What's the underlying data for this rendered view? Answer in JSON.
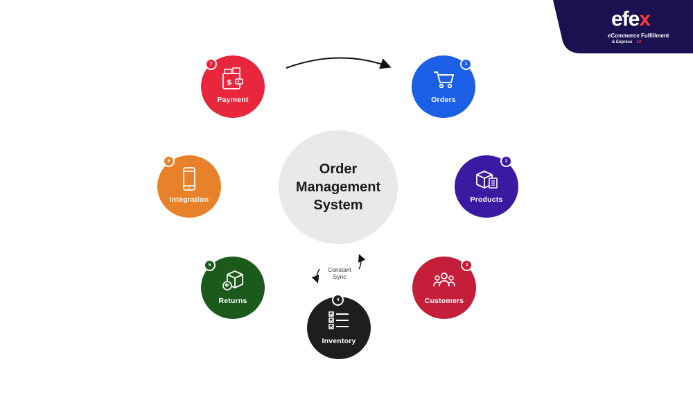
{
  "brand": {
    "logo_main": "efe",
    "logo_x": "x",
    "tagline": "eCommerce Fulfillment",
    "sub": "& Express",
    "sub_num": "13",
    "bg_color": "#1a1150",
    "accent_color": "#ff3a3a"
  },
  "center": {
    "title": "Order Management System"
  },
  "sync_label": {
    "line1": "Constant",
    "line2": "Sync"
  },
  "nodes": [
    {
      "id": "orders",
      "number": "1",
      "label": "Orders",
      "color": "#1a5fe6",
      "icon": "shopping-cart-icon"
    },
    {
      "id": "products",
      "number": "2",
      "label": "Products",
      "color": "#3a1aa0",
      "icon": "box-clipboard-icon"
    },
    {
      "id": "customers",
      "number": "3",
      "label": "Customers",
      "color": "#c41e3a",
      "icon": "users-icon"
    },
    {
      "id": "inventory",
      "number": "4",
      "label": "Inventory",
      "color": "#1e1e1e",
      "icon": "checklist-icon"
    },
    {
      "id": "returns",
      "number": "5",
      "label": "Returns",
      "color": "#1c5a1c",
      "icon": "return-box-icon"
    },
    {
      "id": "integration",
      "number": "6",
      "label": "Integration",
      "color": "#e8822a",
      "icon": "smartphone-icon"
    },
    {
      "id": "payment",
      "number": "7",
      "label": "Payment",
      "color": "#e8263c",
      "icon": "wallet-icon"
    }
  ]
}
